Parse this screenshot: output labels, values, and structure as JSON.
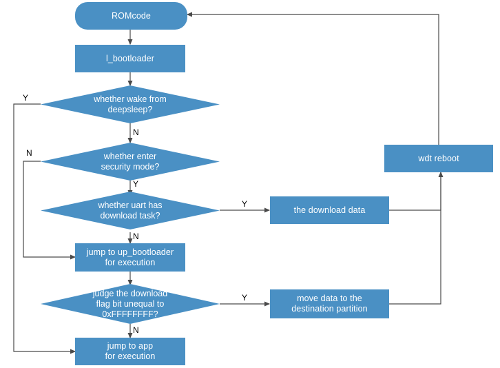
{
  "diagram": {
    "type": "flowchart",
    "colors": {
      "node_fill": "#4a90c4",
      "node_text": "#ffffff",
      "edge": "#4a4a4a",
      "label_text": "#000000",
      "background": "#ffffff"
    },
    "nodes": [
      {
        "id": "romcode",
        "shape": "rounded-rect",
        "label": "ROMcode"
      },
      {
        "id": "l_bootloader",
        "shape": "rect",
        "label": "l_bootloader"
      },
      {
        "id": "wake_deepsleep",
        "shape": "diamond",
        "label": "whether wake from\ndeepsleep?"
      },
      {
        "id": "security_mode",
        "shape": "diamond",
        "label": "whether enter\nsecurity mode?"
      },
      {
        "id": "uart_download",
        "shape": "diamond",
        "label": "whether uart has\ndownload task?"
      },
      {
        "id": "jump_up_bl",
        "shape": "rect",
        "label": "jump to up_bootloader\nfor execution"
      },
      {
        "id": "judge_flag",
        "shape": "diamond",
        "label": "judge the download\nflag bit unequal to\n0xFFFFFFFF?"
      },
      {
        "id": "jump_app",
        "shape": "rect",
        "label": "jump to app\nfor execution"
      },
      {
        "id": "download_data",
        "shape": "rect",
        "label": "the download data"
      },
      {
        "id": "move_data",
        "shape": "rect",
        "label": "move data to the\ndestination partition"
      },
      {
        "id": "wdt_reboot",
        "shape": "rect",
        "label": "wdt reboot"
      }
    ],
    "edge_labels": [
      {
        "id": "deepsleep-yes",
        "text": "Y"
      },
      {
        "id": "deepsleep-no",
        "text": "N"
      },
      {
        "id": "security-no",
        "text": "N"
      },
      {
        "id": "security-yes",
        "text": "Y"
      },
      {
        "id": "uart-yes",
        "text": "Y"
      },
      {
        "id": "uart-no",
        "text": "N"
      },
      {
        "id": "judge-yes",
        "text": "Y"
      },
      {
        "id": "judge-no",
        "text": "N"
      }
    ]
  }
}
